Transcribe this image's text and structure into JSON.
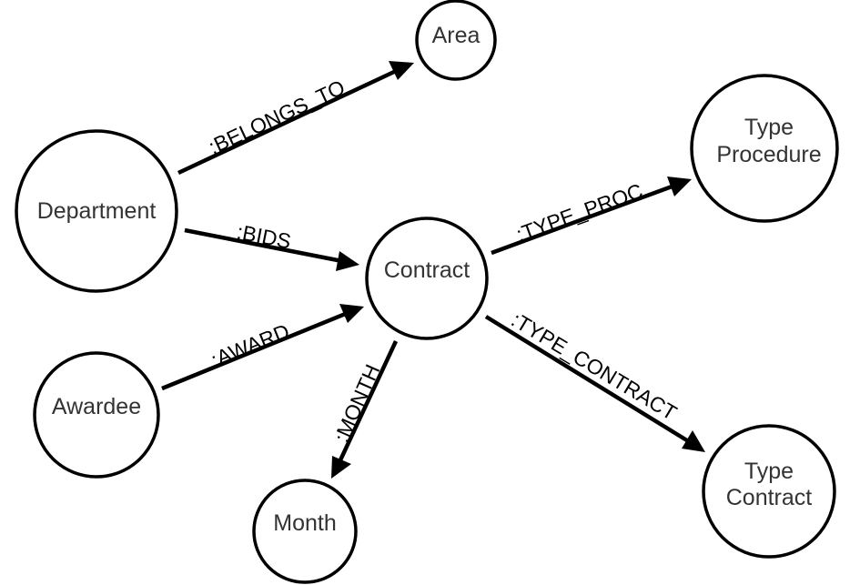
{
  "diagram": {
    "colors": {
      "node_stroke": "#000000",
      "node_fill": "#ffffff",
      "node_text": "#333333",
      "edge": "#000000",
      "edge_text": "#000000"
    },
    "nodes": {
      "department": {
        "label": "Department"
      },
      "area": {
        "label": "Area"
      },
      "contract": {
        "label": "Contract"
      },
      "awardee": {
        "label": "Awardee"
      },
      "month": {
        "label": "Month"
      },
      "type_procedure": {
        "lines": [
          "Type",
          "Procedure"
        ]
      },
      "type_contract": {
        "lines": [
          "Type",
          "Contract"
        ]
      }
    },
    "edges": {
      "belongs_to": {
        "label": ":BELONGS_TO"
      },
      "bids": {
        "label": ":BIDS"
      },
      "award": {
        "label": ":AWARD"
      },
      "month": {
        "label": ":MONTH"
      },
      "type_proc": {
        "label": ":TYPE_PROC"
      },
      "type_contract": {
        "label": ":TYPE_CONTRACT"
      }
    }
  }
}
